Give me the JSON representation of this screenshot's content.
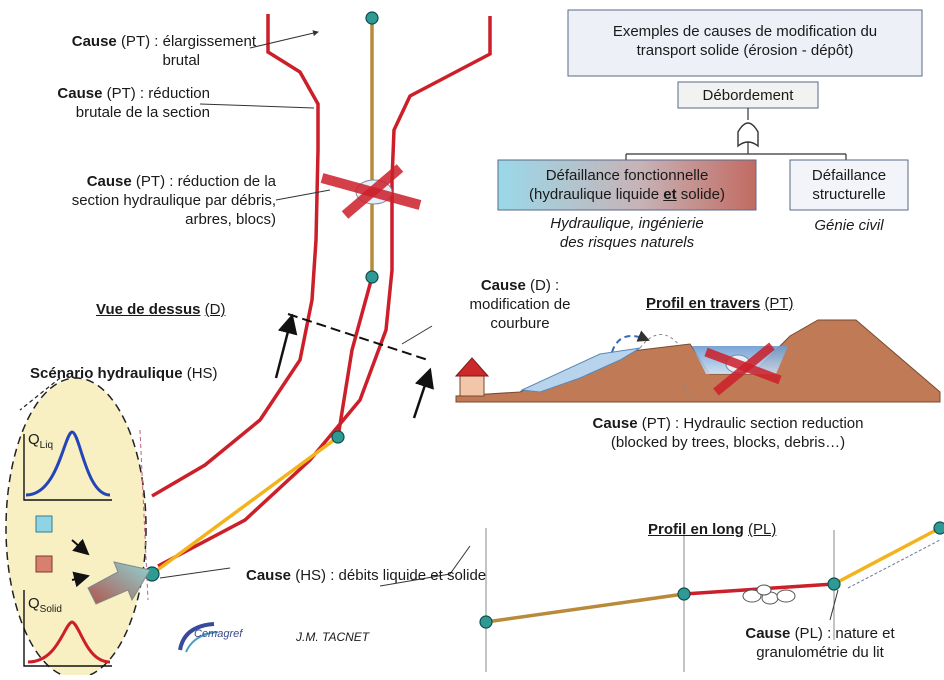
{
  "causes": {
    "elargissement": {
      "prefix": "Cause",
      "tag": "(PT) :",
      "l1": "élargissement",
      "l2": "brutal"
    },
    "reduction_section": {
      "prefix": "Cause",
      "tag": "(PT) :",
      "l1": "réduction",
      "l2": "brutale de la section"
    },
    "reduction_debris": {
      "prefix": "Cause",
      "tag": "(PT) :",
      "l1": "réduction de la",
      "l2": "section hydraulique par débris,",
      "l3": "arbres, blocs)"
    },
    "courbure": {
      "prefix": "Cause",
      "tag": "(D) :",
      "l1": "modification de",
      "l2": "courbure"
    },
    "hydraulic_en": {
      "prefix": "Cause",
      "tag": "(PT) :",
      "l1": "Hydraulic section reduction",
      "l2": "(blocked by trees, blocks, debris…)"
    },
    "debits": {
      "prefix": "Cause",
      "tag": "(HS) :",
      "l1": "débits liquide et solide"
    },
    "nature": {
      "prefix": "Cause",
      "tag": "(PL) :",
      "l1": "nature et",
      "l2": "granulométrie du lit"
    }
  },
  "views": {
    "dessus": {
      "label": "Vue de dessus",
      "tag": "(D)"
    },
    "scenario": {
      "label": "Scénario hydraulique",
      "tag": "(HS)"
    },
    "travers": {
      "label": "Profil en travers",
      "tag": "(PT)"
    },
    "long": {
      "label": "Profil en long",
      "tag": "(PL)"
    }
  },
  "tree": {
    "title_l1": "Exemples de causes de modification du",
    "title_l2": "transport solide (érosion - dépôt)",
    "top": "Débordement",
    "left_l1": "Défaillance fonctionnelle",
    "left_l2a": "(hydraulique liquide ",
    "left_l2b": "et",
    "left_l2c": " solide)",
    "right_l1": "Défaillance",
    "right_l2": "structurelle",
    "left_caption_l1": "Hydraulique, ingénierie",
    "left_caption_l2": "des risques naturels",
    "right_caption": "Génie civil"
  },
  "hydrographs": {
    "q_liq": "Q",
    "q_liq_sub": "Liq",
    "q_solid": "Q",
    "q_solid_sub": "Solid"
  },
  "credits": {
    "logo": "Cemagref",
    "author": "J.M. TACNET"
  },
  "colors": {
    "bank": "#cc1f2a",
    "axis": "#b88a3a",
    "yellow_segment": "#f3b31a",
    "node": "#2f9a93",
    "left_box_fill": "#8fd4e4",
    "left_box_fill_end": "#c98076",
    "terrain": "#c07a56",
    "ellipse": "#f8f0c2"
  }
}
